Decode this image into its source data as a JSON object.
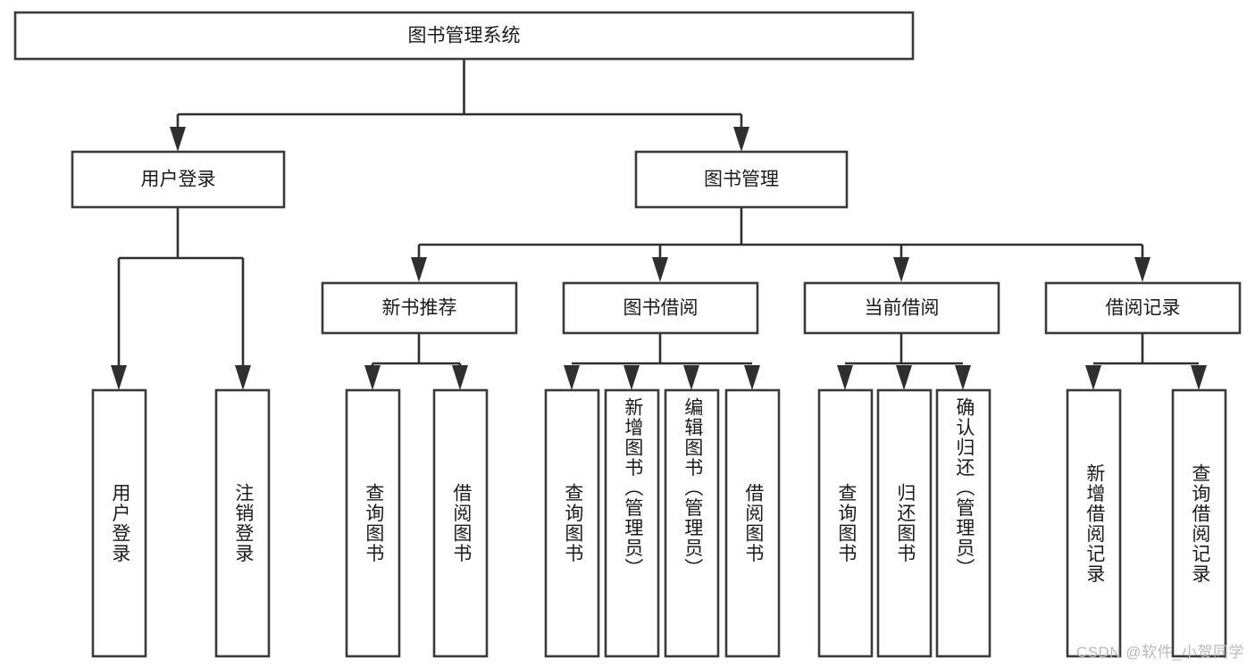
{
  "diagram": {
    "type": "tree",
    "title": "图书管理系统",
    "orientation": "top-down",
    "colors": {
      "box_stroke": "#3a3a3a",
      "box_fill": "#ffffff",
      "connector": "#2f2f2f",
      "text": "#1b1b1b",
      "watermark": "#b9b9b9",
      "background": "#ffffff"
    },
    "root": {
      "label": "图书管理系统",
      "orientation": "horizontal"
    },
    "level2": [
      {
        "id": "user-login",
        "label": "用户登录",
        "orientation": "horizontal"
      },
      {
        "id": "book-manage",
        "label": "图书管理",
        "orientation": "horizontal"
      }
    ],
    "level3": [
      {
        "id": "new-book-recommend",
        "label": "新书推荐",
        "orientation": "horizontal",
        "parent": "book-manage"
      },
      {
        "id": "book-borrow",
        "label": "图书借阅",
        "orientation": "horizontal",
        "parent": "book-manage"
      },
      {
        "id": "current-borrow",
        "label": "当前借阅",
        "orientation": "horizontal",
        "parent": "book-manage"
      },
      {
        "id": "borrow-record",
        "label": "借阅记录",
        "orientation": "horizontal",
        "parent": "book-manage"
      }
    ],
    "leaves": [
      {
        "id": "leaf-user-login",
        "label": "用户登录",
        "parent": "user-login",
        "orientation": "vertical"
      },
      {
        "id": "leaf-logout-login",
        "label": "注销登录",
        "parent": "user-login",
        "orientation": "vertical"
      },
      {
        "id": "leaf-query-book-1",
        "label": "查询图书",
        "parent": "new-book-recommend",
        "orientation": "vertical"
      },
      {
        "id": "leaf-borrow-book-1",
        "label": "借阅图书",
        "parent": "new-book-recommend",
        "orientation": "vertical"
      },
      {
        "id": "leaf-query-book-2",
        "label": "查询图书",
        "parent": "book-borrow",
        "orientation": "vertical"
      },
      {
        "id": "leaf-add-book",
        "label": "新增图书（管理员）",
        "parent": "book-borrow",
        "orientation": "vertical"
      },
      {
        "id": "leaf-edit-book",
        "label": "编辑图书（管理员）",
        "parent": "book-borrow",
        "orientation": "vertical"
      },
      {
        "id": "leaf-borrow-book-2",
        "label": "借阅图书",
        "parent": "book-borrow",
        "orientation": "vertical"
      },
      {
        "id": "leaf-query-book-3",
        "label": "查询图书",
        "parent": "current-borrow",
        "orientation": "vertical"
      },
      {
        "id": "leaf-return-book",
        "label": "归还图书",
        "parent": "current-borrow",
        "orientation": "vertical"
      },
      {
        "id": "leaf-confirm-return",
        "label": "确认归还（管理员）",
        "parent": "current-borrow",
        "orientation": "vertical"
      },
      {
        "id": "leaf-add-record",
        "label": "新增借阅记录",
        "parent": "borrow-record",
        "orientation": "vertical"
      },
      {
        "id": "leaf-query-record",
        "label": "查询借阅记录",
        "parent": "borrow-record",
        "orientation": "vertical"
      }
    ]
  },
  "watermark": {
    "text": "CSDN @软件_小贺同学"
  }
}
